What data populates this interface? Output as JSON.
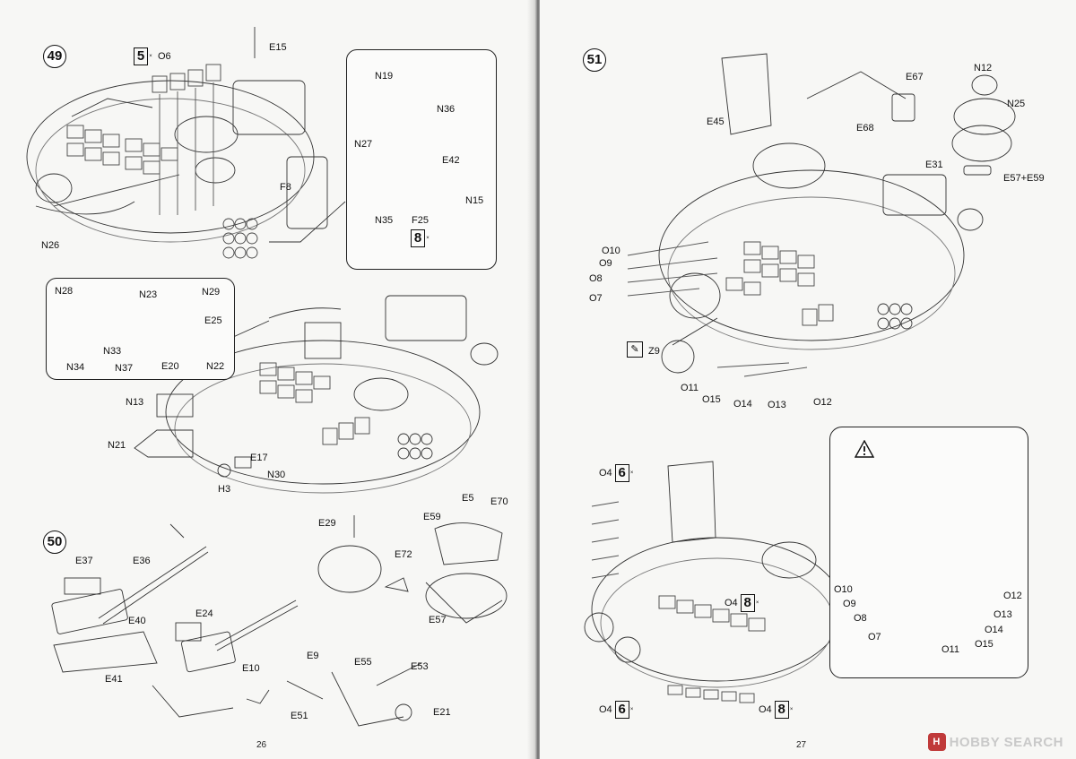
{
  "document": {
    "left_page": {
      "page_number": "26",
      "steps": [
        {
          "number": "49"
        },
        {
          "number": "50"
        }
      ]
    },
    "right_page": {
      "page_number": "27",
      "steps": [
        {
          "number": "51"
        }
      ]
    }
  },
  "step49": {
    "qty_top": {
      "count": "5",
      "part": "O6"
    },
    "qty_inset": {
      "count": "8",
      "part": "F25"
    },
    "labels_main": [
      "E15",
      "F8",
      "N26"
    ],
    "labels_inset_top": [
      "N19",
      "N36",
      "N27",
      "E42",
      "N35",
      "N15"
    ],
    "labels_inset_left": [
      "N28",
      "N23",
      "N29",
      "E25",
      "N33",
      "N34",
      "N37",
      "E20",
      "N22"
    ],
    "labels_lower": [
      "N13",
      "N21",
      "E17",
      "N30",
      "H3"
    ]
  },
  "step50": {
    "labels": [
      "E37",
      "E36",
      "E40",
      "E41",
      "E24",
      "E10",
      "E29",
      "E59",
      "E5",
      "E70",
      "E72",
      "E57",
      "E9",
      "E55",
      "E53",
      "E51",
      "E21"
    ]
  },
  "step51": {
    "labels_top": [
      "E67",
      "E45",
      "E68",
      "N12",
      "N25",
      "E31",
      "E57+E59"
    ],
    "labels_side": [
      "O10",
      "O9",
      "O8",
      "O7"
    ],
    "label_z9": "Z9",
    "labels_bottom": [
      "O11",
      "O15",
      "O14",
      "O13",
      "O12"
    ],
    "qty_o4_a": {
      "part": "O4",
      "count": "6"
    },
    "qty_o4_b": {
      "part": "O4",
      "count": "8"
    },
    "qty_o4_c": {
      "part": "O4",
      "count": "6"
    },
    "qty_o4_d": {
      "part": "O4",
      "count": "8"
    },
    "detail_labels_left": [
      "O10",
      "O9",
      "O8",
      "O7"
    ],
    "detail_labels_right": [
      "O12",
      "O13",
      "O14",
      "O15",
      "O11"
    ]
  },
  "watermark": {
    "brand_mark": "H",
    "text": "HOBBY SEARCH"
  }
}
